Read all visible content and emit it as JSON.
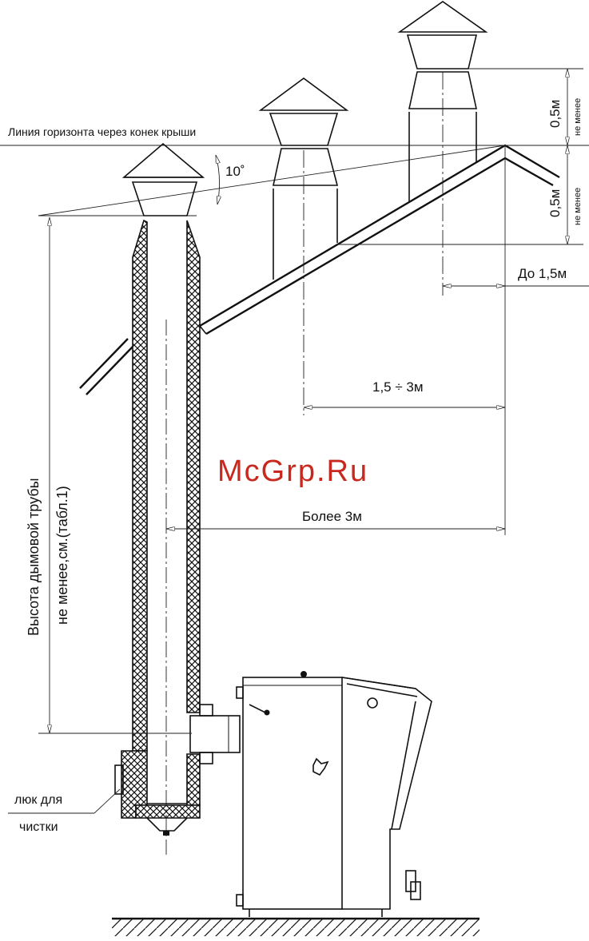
{
  "labels": {
    "horizon_line": "Линия горизонта через конек крыши",
    "angle": "10˚",
    "top_min_value": "0,5м",
    "top_min_note": "не менее",
    "ridge_min_value": "0,5м",
    "ridge_min_note": "не менее",
    "up_to": "До 1,5м",
    "range": "1,5 ÷ 3м",
    "more_than": "Более 3м",
    "chimney_height_line1": "Высота дымовой трубы",
    "chimney_height_line2": "не менее,см.(табл.1)",
    "cleaning_hatch_line1": "люк для",
    "cleaning_hatch_line2": "чистки",
    "watermark": "McGrp.Ru"
  },
  "colors": {
    "line": "#111111",
    "watermark": "#c8281e",
    "background": "#ffffff"
  }
}
